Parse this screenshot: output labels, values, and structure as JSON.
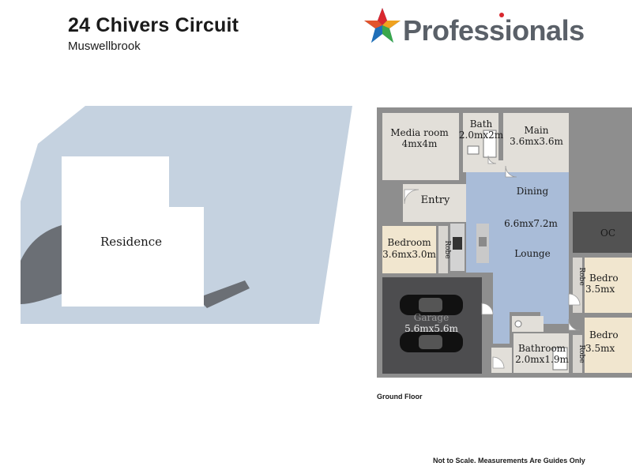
{
  "header": {
    "address": "24 Chivers Circuit",
    "suburb": "Muswellbrook"
  },
  "brand": {
    "name": "Professionals",
    "logo_icon": "star-logo-icon",
    "colors": {
      "text": "#5a6068",
      "star_red": "#d9272e",
      "star_blue": "#1f6fb8",
      "star_green": "#3aa74b"
    }
  },
  "site_plan": {
    "residence_label": "Residence",
    "colors": {
      "land": "#c5d2e0",
      "road": "#6b6f75",
      "residence": "#ffffff"
    }
  },
  "floor_plan": {
    "rooms": [
      {
        "key": "media",
        "name": "Media room",
        "size": "4mx4m"
      },
      {
        "key": "bath",
        "name": "Bath",
        "size": "2.0mx2m"
      },
      {
        "key": "main",
        "name": "Main",
        "size": "3.6mx3.6m"
      },
      {
        "key": "entry",
        "name": "Entry",
        "size": ""
      },
      {
        "key": "dining",
        "name": "Dining",
        "size": "6.6mx7.2m"
      },
      {
        "key": "lounge",
        "name": "Lounge",
        "size": ""
      },
      {
        "key": "bedroom1",
        "name": "Bedroom",
        "size": "3.6mx3.0m"
      },
      {
        "key": "robe1",
        "name": "Robe",
        "size": ""
      },
      {
        "key": "oc",
        "name": "OC",
        "size": ""
      },
      {
        "key": "robe2",
        "name": "Robe",
        "size": ""
      },
      {
        "key": "bedroom2",
        "name": "Bedro",
        "size": "3.5mx"
      },
      {
        "key": "garage",
        "name": "Garage",
        "size": "5.6mx5.6m"
      },
      {
        "key": "bathroom",
        "name": "Bathroom",
        "size": "2.0mx1.9m"
      },
      {
        "key": "bedroom3",
        "name": "Bedro",
        "size": "3.5mx"
      },
      {
        "key": "robe3",
        "name": "Robe",
        "size": ""
      }
    ],
    "colors": {
      "wall": "#8e8e8e",
      "floor": "#e2dfd9",
      "living": "#a9bcd8",
      "bedroom": "#f1e6cf",
      "garage": "#4d4d4f",
      "oc": "#525252"
    },
    "floor_label": "Ground Floor",
    "disclaimer": "Not to Scale. Measurements Are Guides Only"
  }
}
